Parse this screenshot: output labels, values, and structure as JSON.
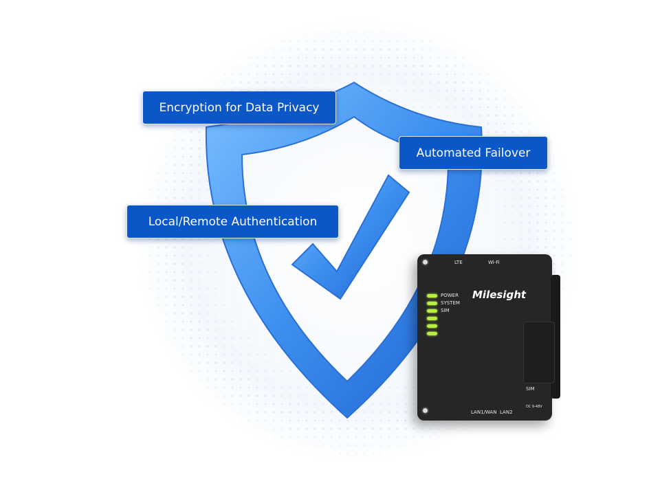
{
  "features": [
    {
      "label": "Encryption for Data Privacy"
    },
    {
      "label": "Automated Failover"
    },
    {
      "label": "Local/Remote Authentication"
    }
  ],
  "device": {
    "brand": "Milesight",
    "ports_top": [
      "LTE",
      "Wi-Fi"
    ],
    "leds": [
      "POWER",
      "SYSTEM",
      "SIM"
    ],
    "ports_bottom": [
      "LAN1/WAN",
      "LAN2"
    ],
    "sim_label": "SIM",
    "power_label": "DC 9-48V"
  },
  "colors": {
    "label_bg": "#0c57c8",
    "shield": "#3d8fef",
    "device": "#262626",
    "led": "#b8f040"
  }
}
